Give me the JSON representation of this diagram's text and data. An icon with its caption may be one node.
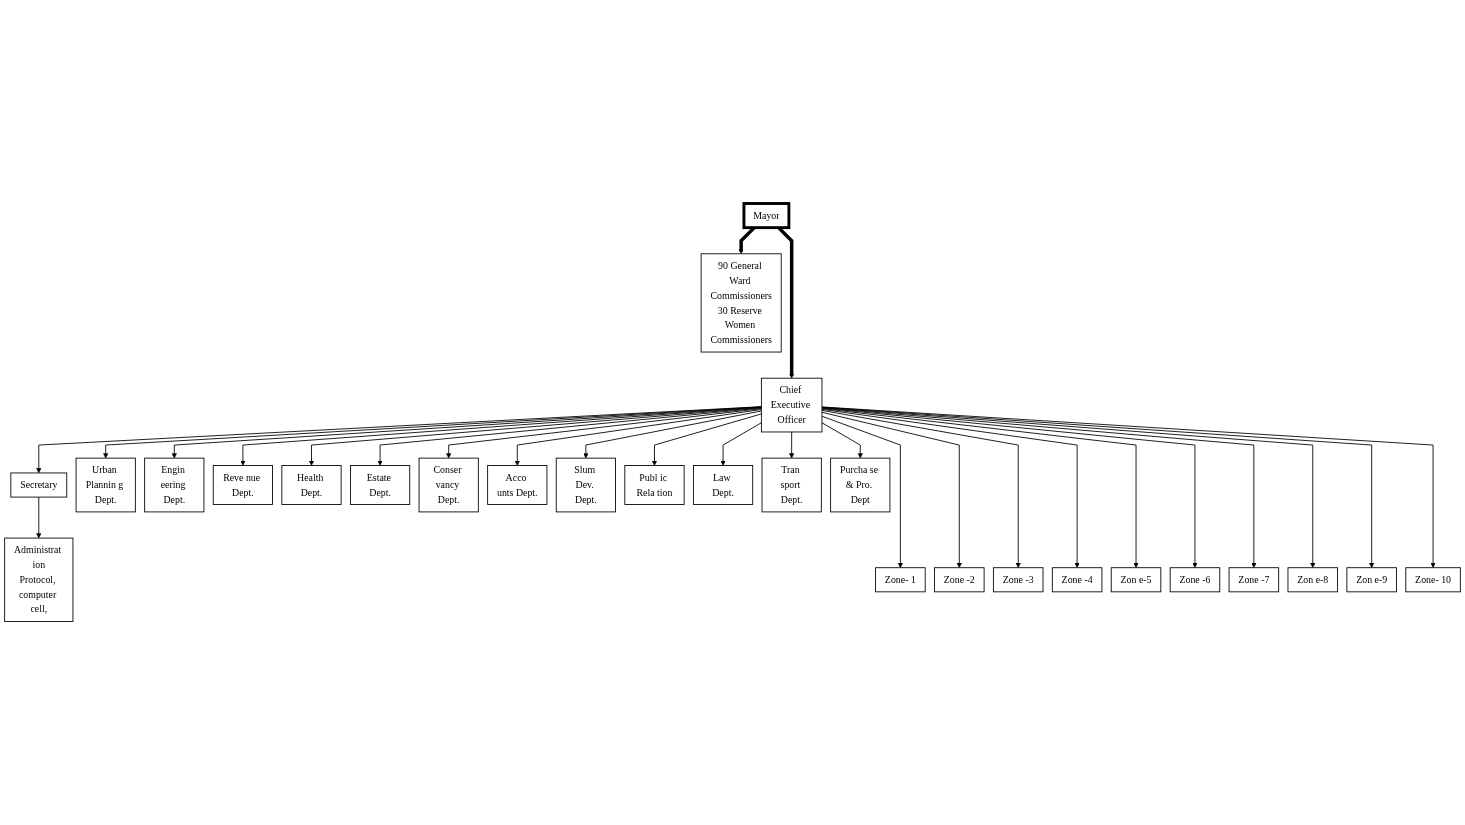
{
  "diagram": {
    "nodes": [
      {
        "text": [
          "Mayor"
        ]
      },
      {
        "text": [
          "90 General Ward Commissioners",
          "30 Reserve Women Commissioners"
        ]
      },
      {
        "text": [
          "Chief Executive Officer"
        ]
      },
      {
        "text": [
          "Secretary"
        ]
      },
      {
        "text": [
          "Urban Plannin g Dept."
        ]
      },
      {
        "text": [
          "Engin eering Dept."
        ]
      },
      {
        "text": [
          "Reve nue Dept."
        ]
      },
      {
        "text": [
          "Health Dept."
        ]
      },
      {
        "text": [
          "Estate Dept."
        ]
      },
      {
        "text": [
          "Conser vancy Dept."
        ]
      },
      {
        "text": [
          "Acco unts Dept."
        ]
      },
      {
        "text": [
          "Slum Dev. Dept."
        ]
      },
      {
        "text": [
          "Publ ic Rela tion"
        ]
      },
      {
        "text": [
          "Law Dept."
        ]
      },
      {
        "text": [
          "Tran sport Dept."
        ]
      },
      {
        "text": [
          "Purcha se & Pro. Dept"
        ]
      },
      {
        "text": [
          "Administrat ion",
          "Protocol, computer cell,"
        ]
      },
      {
        "text": [
          "Zone- 1"
        ]
      },
      {
        "text": [
          "Zone -2"
        ]
      },
      {
        "text": [
          "Zone -3"
        ]
      },
      {
        "text": [
          "Zone -4"
        ]
      },
      {
        "text": [
          "Zon e-5"
        ]
      },
      {
        "text": [
          "Zone -6"
        ]
      },
      {
        "text": [
          "Zone -7"
        ]
      },
      {
        "text": [
          "Zon e-8"
        ]
      },
      {
        "text": [
          "Zon e-9"
        ]
      },
      {
        "text": [
          "Zone- 10"
        ]
      }
    ],
    "edges": [
      {
        "from": 0,
        "to": 2,
        "arrow": "to",
        "style": "thick"
      },
      {
        "from": 0,
        "to": 1,
        "arrow": "to",
        "style": "thick"
      },
      {
        "from": 2,
        "to": 3,
        "arrow": "to"
      },
      {
        "from": 2,
        "to": 4,
        "arrow": "to"
      },
      {
        "from": 2,
        "to": 5,
        "arrow": "to"
      },
      {
        "from": 2,
        "to": 6,
        "arrow": "to"
      },
      {
        "from": 2,
        "to": 7,
        "arrow": "to"
      },
      {
        "from": 2,
        "to": 8,
        "arrow": "to"
      },
      {
        "from": 2,
        "to": 9,
        "arrow": "to"
      },
      {
        "from": 2,
        "to": 10,
        "arrow": "to"
      },
      {
        "from": 2,
        "to": 11,
        "arrow": "to"
      },
      {
        "from": 2,
        "to": 12,
        "arrow": "to"
      },
      {
        "from": 2,
        "to": 13,
        "arrow": "to"
      },
      {
        "from": 2,
        "to": 14,
        "arrow": "to"
      },
      {
        "from": 2,
        "to": 15,
        "arrow": "to"
      },
      {
        "from": 3,
        "to": 16,
        "arrow": "to"
      },
      {
        "from": 2,
        "to": 17,
        "arrow": "to"
      },
      {
        "from": 2,
        "to": 18,
        "arrow": "to"
      },
      {
        "from": 2,
        "to": 19,
        "arrow": "to"
      },
      {
        "from": 2,
        "to": 20,
        "arrow": "to"
      },
      {
        "from": 2,
        "to": 21,
        "arrow": "to"
      },
      {
        "from": 2,
        "to": 22,
        "arrow": "to"
      },
      {
        "from": 2,
        "to": 23,
        "arrow": "to"
      },
      {
        "from": 2,
        "to": 24,
        "arrow": "to"
      },
      {
        "from": 2,
        "to": 25,
        "arrow": "to"
      },
      {
        "from": 2,
        "to": 26,
        "arrow": "to"
      }
    ]
  }
}
